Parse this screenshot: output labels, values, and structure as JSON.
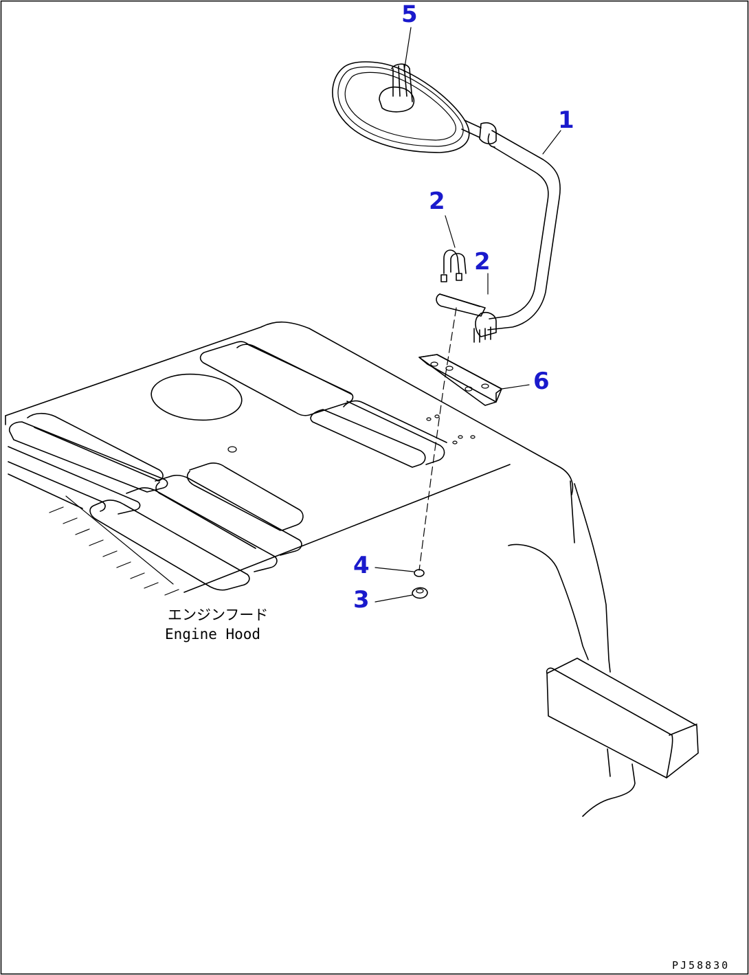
{
  "callouts": {
    "c1": "1",
    "c2a": "2",
    "c2b": "2",
    "c3": "3",
    "c4": "4",
    "c5": "5",
    "c6": "6"
  },
  "labels": {
    "part_jp": "エンジンフード",
    "part_en": "Engine Hood"
  },
  "drawing_code": "PJ58830",
  "colors": {
    "callout": "#1a1acc",
    "line": "#000000",
    "background": "#ffffff"
  }
}
